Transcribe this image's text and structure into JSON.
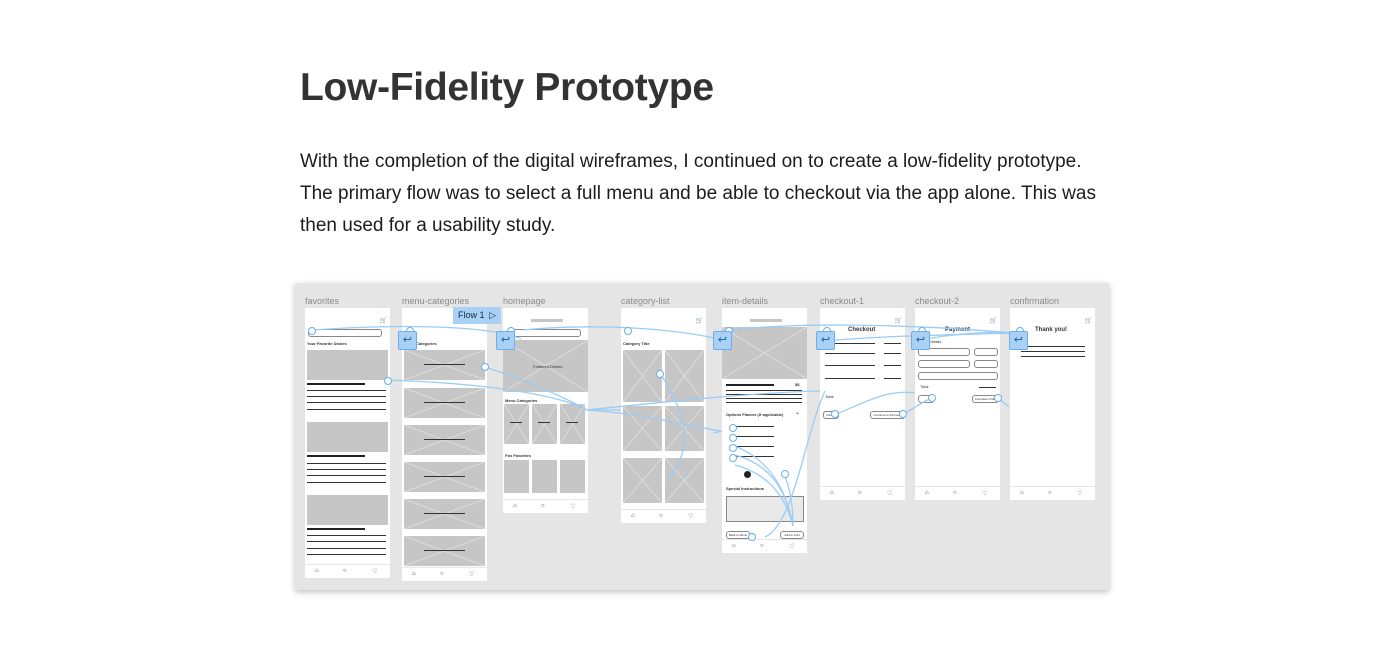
{
  "page": {
    "title": "Low-Fidelity Prototype",
    "paragraph": "With the completion of the digital wireframes, I continued on to create a low-fidelity prototype. The primary flow was to select a full menu and be able to checkout via the app alone. This was then used for a usability study."
  },
  "prototype": {
    "flow_label": "Flow 1",
    "frames": [
      {
        "label": "favorites"
      },
      {
        "label": "menu-categories"
      },
      {
        "label": "homepage"
      },
      {
        "label": "category-list"
      },
      {
        "label": "item-details"
      },
      {
        "label": "checkout-1"
      },
      {
        "label": "checkout-2"
      },
      {
        "label": "confirmation"
      }
    ],
    "screens": {
      "favorites": {
        "heading": "Your Favorite Dishes"
      },
      "menu_categories": {
        "heading": "Categories"
      },
      "homepage": {
        "hero": "Featured Dishes",
        "section1": "Menu Categories",
        "section2": "Fan Favorites"
      },
      "category_list": {
        "heading": "Category Title"
      },
      "item_details": {
        "options": "Options Flavors (if applicable)",
        "special": "Special Instructions",
        "price": "$$",
        "back": "Back to Menu",
        "add": "Add to Cart"
      },
      "checkout_1": {
        "heading": "Checkout",
        "total": "Total",
        "cancel": "Cancel",
        "continue": "Continue to Payment"
      },
      "checkout_2": {
        "heading": "Payment",
        "details": "Details",
        "total": "Total",
        "complete": "Complete Order"
      },
      "confirmation": {
        "heading": "Thank you!"
      }
    },
    "colors": {
      "wire": "#99cdf7",
      "accent": "#a9d0f5",
      "canvas": "#e5e5e5"
    },
    "icons": [
      "cart-icon",
      "home-icon",
      "search-icon",
      "heart-icon",
      "back-arrow-icon",
      "play-icon"
    ]
  }
}
